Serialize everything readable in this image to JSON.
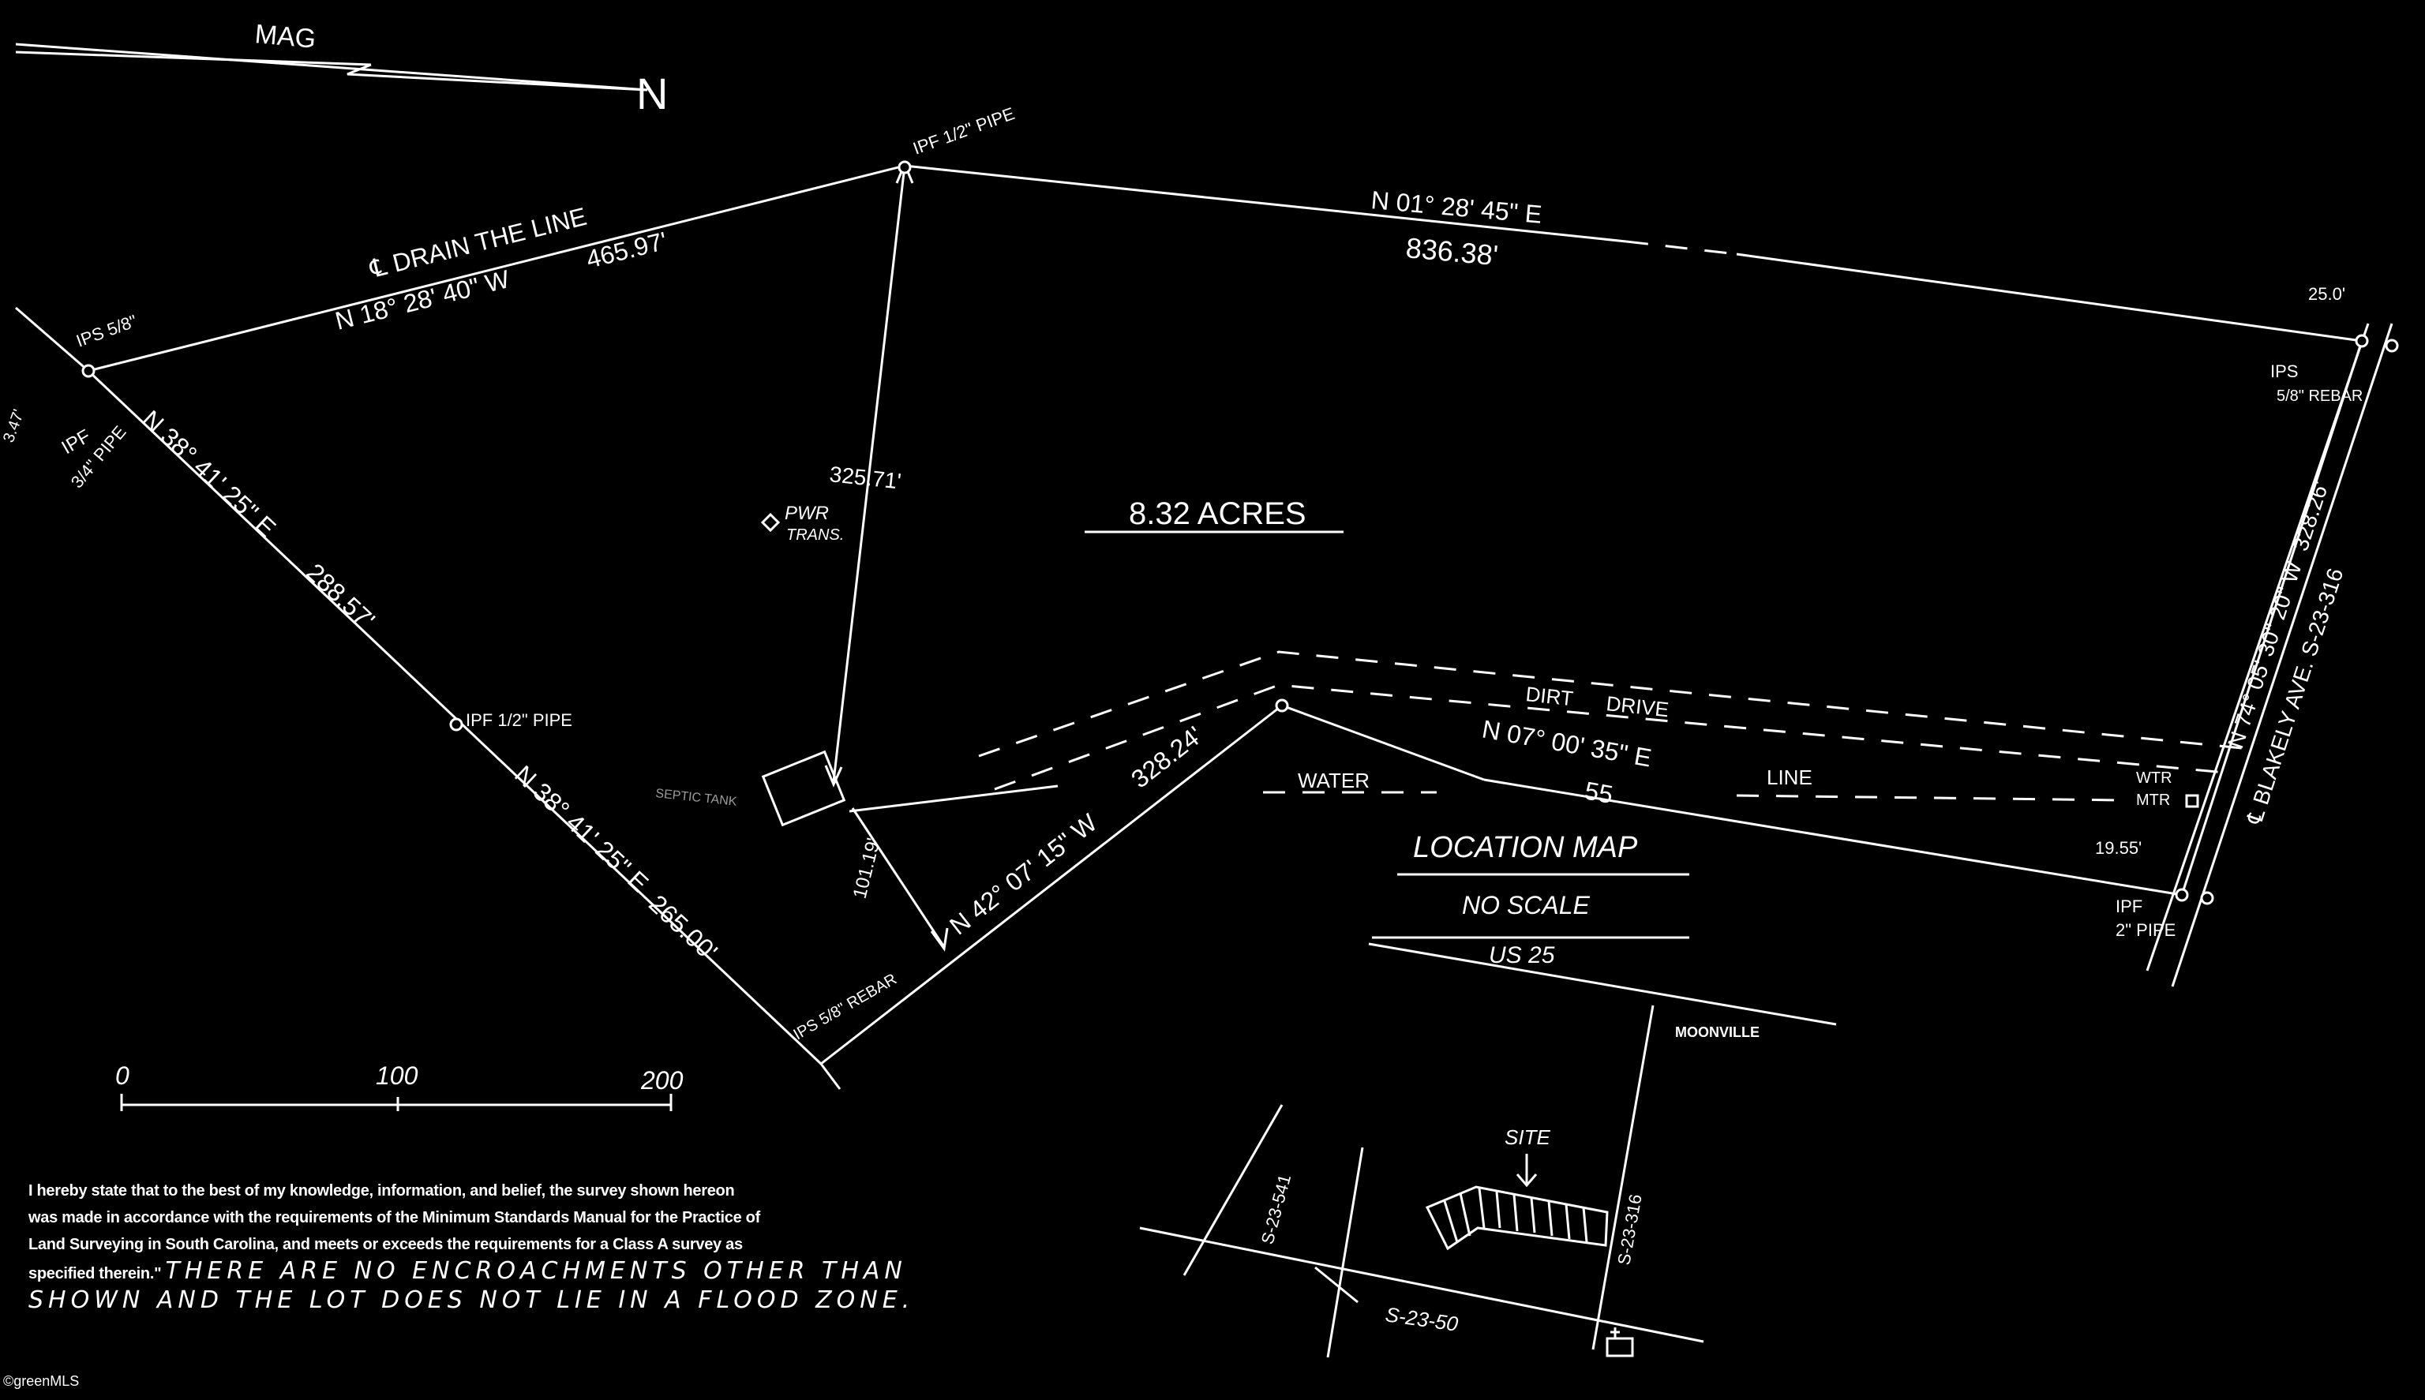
{
  "north": {
    "label": "MAG",
    "arrow_letter": "N"
  },
  "corners": {
    "nw": {
      "label1": "IPS 5/8\"",
      "label2": "IPF",
      "label3": "3/4\" PIPE",
      "side": "3.47'"
    },
    "top": {
      "label": "IPF 1/2\" PIPE"
    },
    "ne": {
      "label1": "25.0'",
      "label2": "IPS",
      "label3": "5/8\" REBAR"
    },
    "mid_left": {
      "label": "IPF 1/2\" PIPE"
    },
    "bottom": {
      "label": "IPS 5/8\" REBAR"
    },
    "se": {
      "label1": "19.55'",
      "label2": "IPF",
      "label3": "2\" PIPE"
    }
  },
  "bearings": {
    "drain": {
      "label": "℄ DRAIN THE LINE",
      "bearing": "N 18° 28' 40\" W",
      "distance": "465.97'"
    },
    "north_line": {
      "bearing": "N 01° 28' 45\" E",
      "distance": "836.38'"
    },
    "west_upper": {
      "bearing": "N 38° 41' 25\" E",
      "distance": "288.57'"
    },
    "west_lower": {
      "bearing": "N 38° 41' 25\" E",
      "distance": "265.00'"
    },
    "inner_vertical": {
      "distance": "325.71'"
    },
    "inner_lower": {
      "distance": "101.19'"
    },
    "south_upper": {
      "bearing": "N 42° 07' 15\" W",
      "distance": "328.24'"
    },
    "south_lower": {
      "bearing": "N 07° 00' 35\" E",
      "distance": "55"
    },
    "east": {
      "bearing": "N 74° 05' 30\" 20\" W",
      "distance": "328.26'"
    }
  },
  "area": "8.32 ACRES",
  "features": {
    "pwr": "PWR",
    "trans": "TRANS.",
    "septic": "SEPTIC TANK",
    "dirt_drive_1": "DIRT",
    "dirt_drive_2": "DRIVE",
    "water": "WATER",
    "line": "LINE",
    "wtr": "WTR",
    "mtr": "MTR",
    "road": "℄ BLAKELY AVE. S-23-316"
  },
  "scale": {
    "t0": "0",
    "t1": "100",
    "t2": "200"
  },
  "location_map": {
    "title": "LOCATION MAP",
    "subtitle": "NO SCALE",
    "us25": "US 25",
    "moonville": "MOONVILLE",
    "site": "SITE",
    "s541": "S-23-541",
    "s316": "S-23-316",
    "s50": "S-23-50"
  },
  "certification": {
    "line1": "I hereby state that to the best of my knowledge, information, and belief, the survey shown hereon",
    "line2": "was made in accordance with the requirements of the Minimum Standards Manual for the Practice of",
    "line3": "Land Surveying in South Carolina, and meets or exceeds the requirements for a Class A survey as",
    "line4_print": "specified therein.\"",
    "line4_hand": "THERE ARE NO ENCROACHMENTS OTHER THAN",
    "line5_hand": "SHOWN AND THE LOT DOES NOT LIE IN A FLOOD ZONE."
  },
  "watermark": "©greenMLS"
}
